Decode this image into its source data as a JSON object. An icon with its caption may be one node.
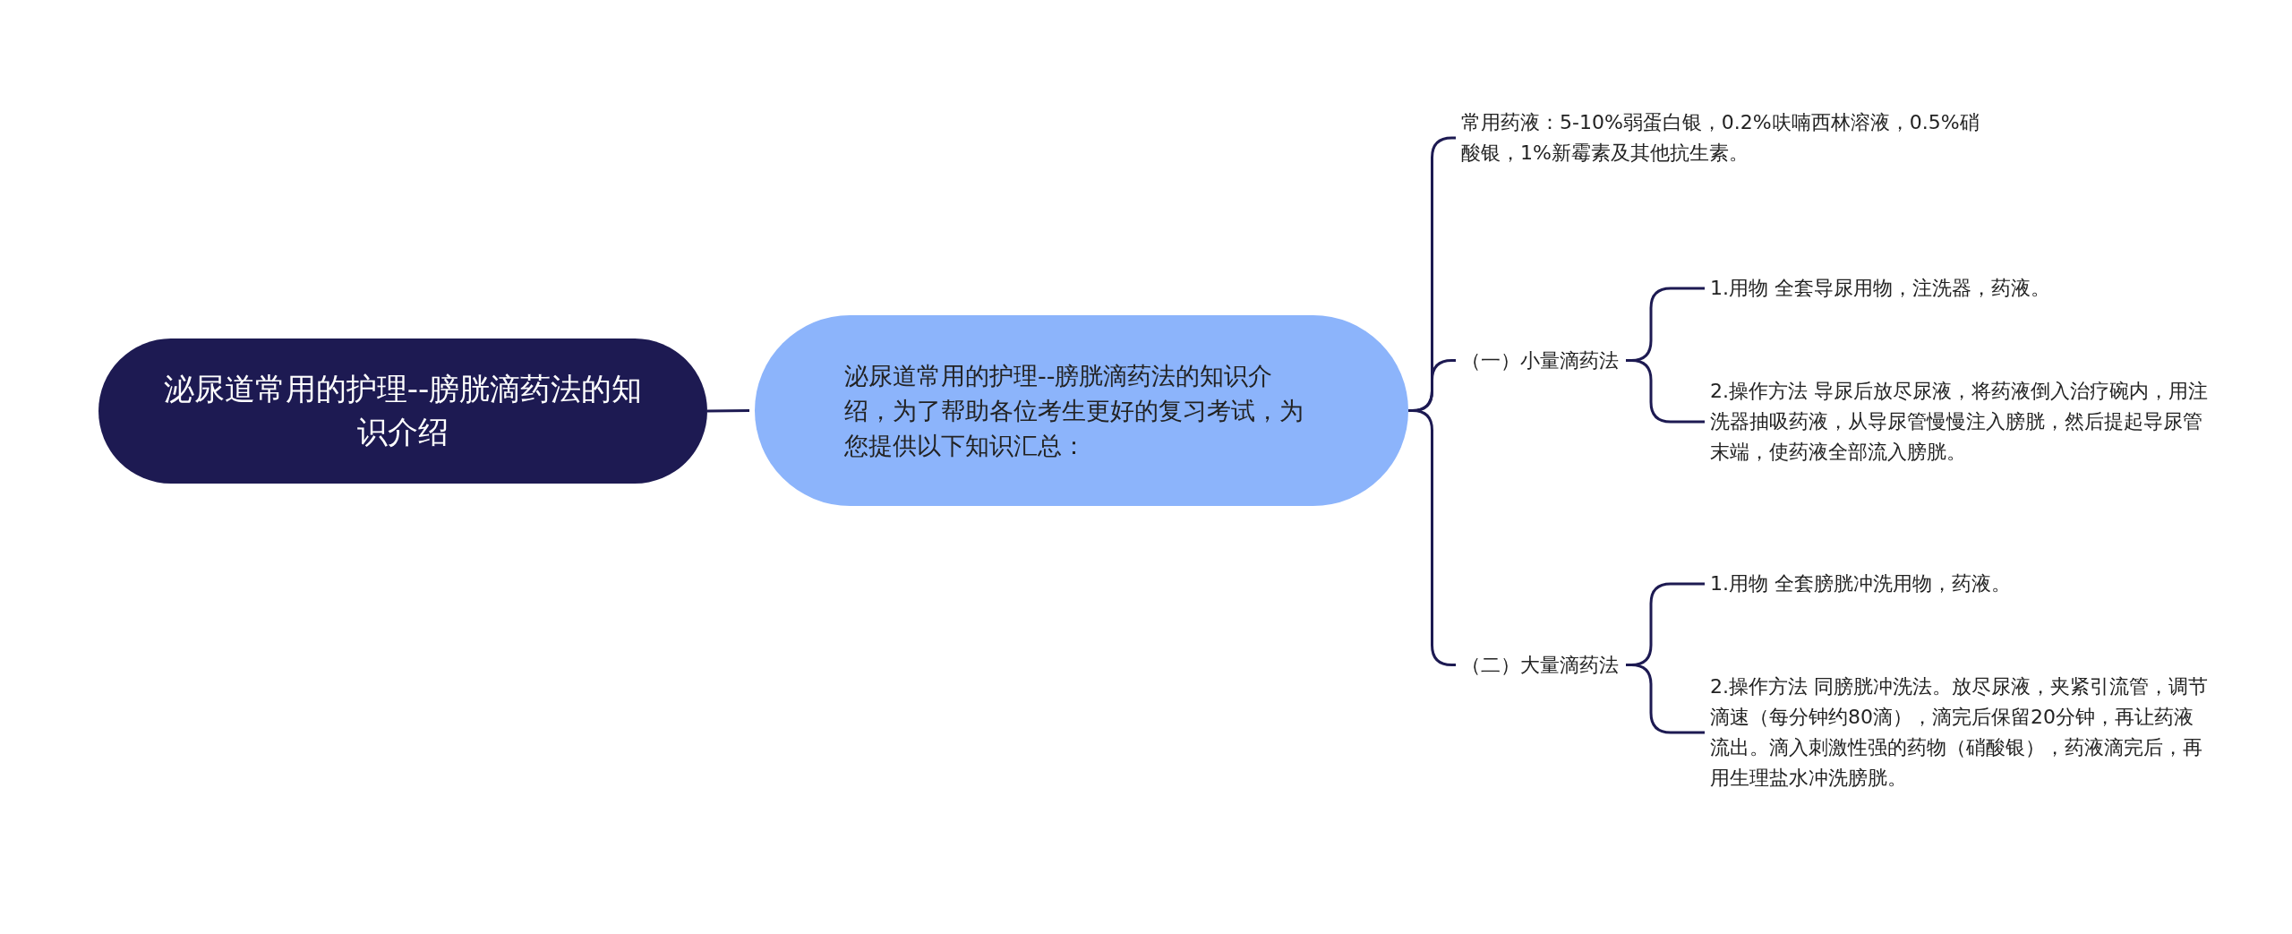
{
  "diagram": {
    "nodes": [
      {
        "text": [
          "泌尿道常用的护理--膀胱滴药法的知识介绍"
        ]
      },
      {
        "text": [
          "泌尿道常用的护理--膀胱滴药法的知识介绍，为了帮助各位考生更好的复习考试，为您提供以下知识汇总："
        ]
      },
      {
        "text": [
          "常用药液：5-10%弱蛋白银，0.2%呋喃西林溶液，0.5%硝酸银，1%新霉素及其他抗生素。"
        ]
      },
      {
        "text": [
          "（一）小量滴药法"
        ]
      },
      {
        "text": [
          "1.用物 全套导尿用物，注洗器，药液。"
        ]
      },
      {
        "text": [
          "2.操作方法 导尿后放尽尿液，将药液倒入治疗碗内，用注洗器抽吸药液，从导尿管慢慢注入膀胱，然后提起导尿管末端，使药液全部流入膀胱。"
        ]
      },
      {
        "text": [
          "（二）大量滴药法"
        ]
      },
      {
        "text": [
          "1.用物 全套膀胱冲洗用物，药液。"
        ]
      },
      {
        "text": [
          "2.操作方法 同膀胱冲洗法。放尽尿液，夹紧引流管，调节滴速（每分钟约80滴），滴完后保留20分钟，再让药液流出。滴入刺激性强的药物（硝酸银），药液滴完后，再用生理盐水冲洗膀胱。"
        ]
      }
    ],
    "edges": [
      {
        "from": 0,
        "to": 1,
        "arrow": "none"
      },
      {
        "from": 1,
        "to": 2,
        "arrow": "none"
      },
      {
        "from": 1,
        "to": 3,
        "arrow": "none"
      },
      {
        "from": 1,
        "to": 6,
        "arrow": "none"
      },
      {
        "from": 3,
        "to": 4,
        "arrow": "none"
      },
      {
        "from": 3,
        "to": 5,
        "arrow": "none"
      },
      {
        "from": 6,
        "to": 7,
        "arrow": "none"
      },
      {
        "from": 6,
        "to": 8,
        "arrow": "none"
      }
    ]
  }
}
